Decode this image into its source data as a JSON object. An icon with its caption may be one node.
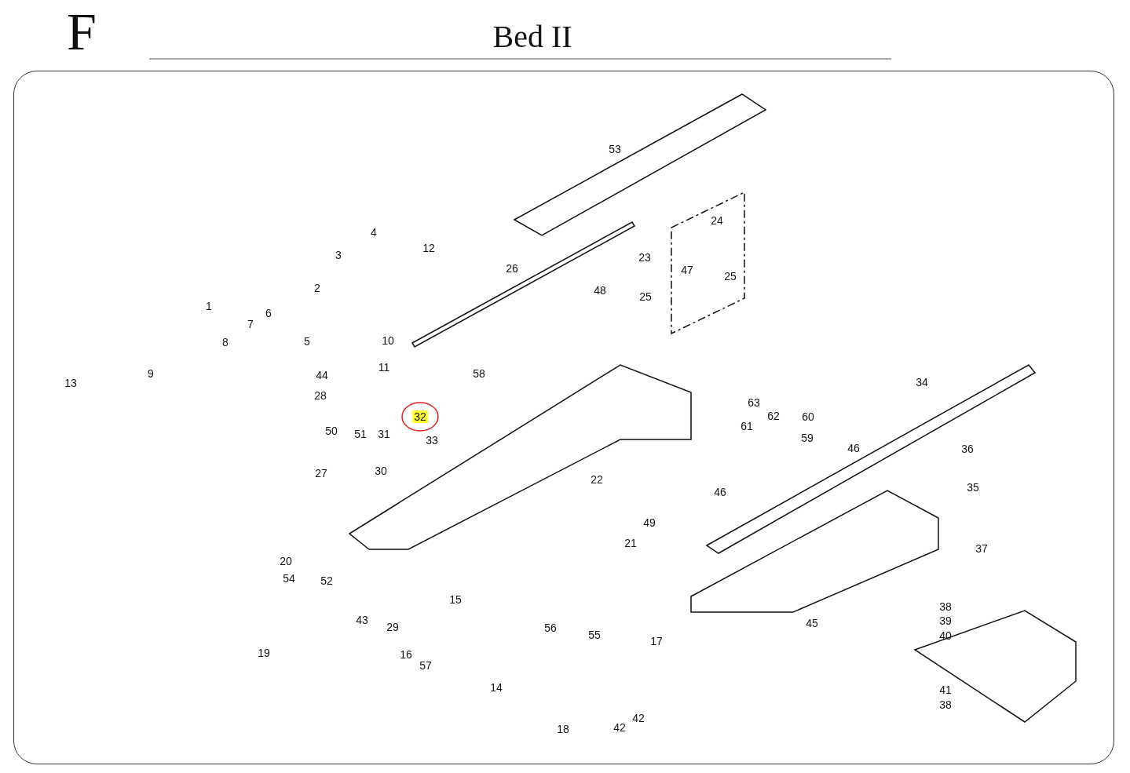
{
  "diagram": {
    "title": "Bed II",
    "labels": [
      "F",
      "53",
      "24",
      "4",
      "12",
      "23",
      "3",
      "47",
      "26",
      "25",
      "2",
      "48",
      "25",
      "1",
      "6",
      "7",
      "8",
      "5",
      "10",
      "11",
      "9",
      "44",
      "58",
      "34",
      "13",
      "28",
      "63",
      "32",
      "62",
      "60",
      "61",
      "50",
      "51",
      "31",
      "59",
      "33",
      "46",
      "36",
      "30",
      "27",
      "22",
      "35",
      "46",
      "49",
      "21",
      "37",
      "20",
      "54",
      "52",
      "15",
      "38",
      "43",
      "39",
      "45",
      "29",
      "56",
      "55",
      "40",
      "17",
      "16",
      "19",
      "57",
      "14",
      "41",
      "38",
      "42",
      "42",
      "18"
    ]
  }
}
